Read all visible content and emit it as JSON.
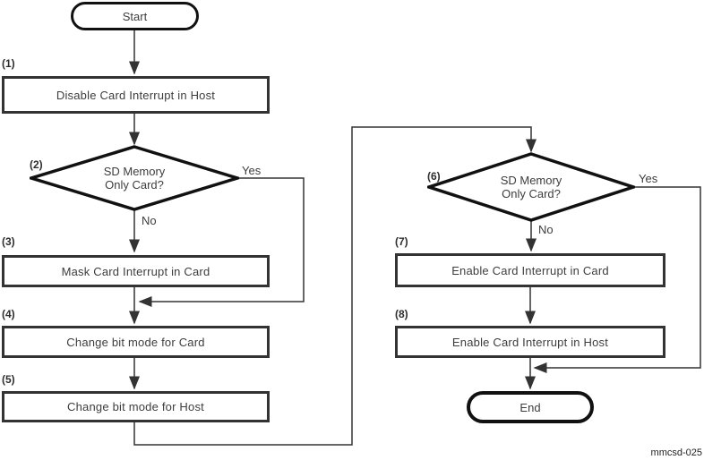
{
  "footer": "mmcsd-025",
  "nodes": {
    "start": {
      "label": "Start"
    },
    "step1": {
      "num": "(1)",
      "label": "Disable Card Interrupt in Host"
    },
    "step2": {
      "num": "(2)",
      "line1": "SD Memory",
      "line2": "Only Card?"
    },
    "step3": {
      "num": "(3)",
      "label": "Mask Card Interrupt in Card"
    },
    "step4": {
      "num": "(4)",
      "label": "Change bit mode for Card"
    },
    "step5": {
      "num": "(5)",
      "label": "Change bit mode for Host"
    },
    "step6": {
      "num": "(6)",
      "line1": "SD Memory",
      "line2": "Only Card?"
    },
    "step7": {
      "num": "(7)",
      "label": "Enable Card Interrupt in Card"
    },
    "step8": {
      "num": "(8)",
      "label": "Enable Card Interrupt in Host"
    },
    "end": {
      "label": "End"
    }
  },
  "edge_labels": {
    "step2_yes": "Yes",
    "step2_no": "No",
    "step6_yes": "Yes",
    "step6_no": "No"
  },
  "colors": {
    "line": "#333333",
    "text": "#3d3d3d",
    "background": "#ffffff"
  }
}
